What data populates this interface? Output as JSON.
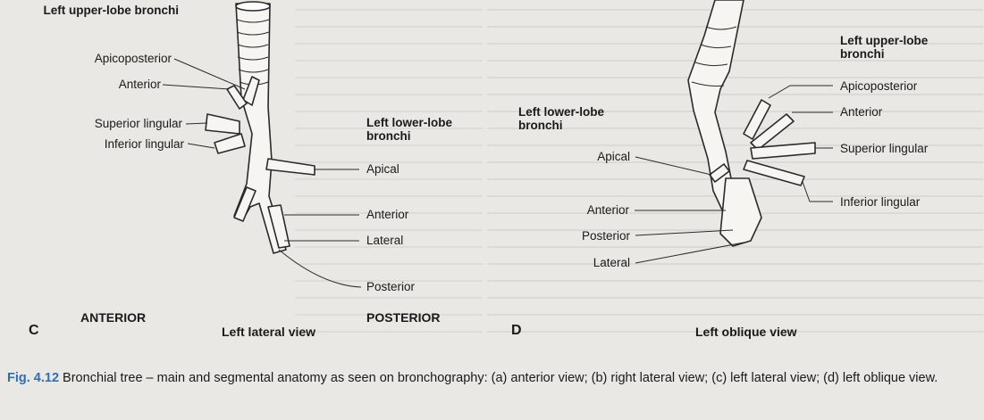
{
  "panel_c": {
    "letter": "C",
    "upper_lobe_heading": "Left upper-lobe bronchi",
    "upper_labels": [
      "Apicoposterior",
      "Anterior",
      "Superior lingular",
      "Inferior lingular"
    ],
    "lower_lobe_heading": "Left lower-lobe bronchi",
    "lower_labels": [
      "Apical",
      "Anterior",
      "Lateral",
      "Posterior"
    ],
    "anterior": "ANTERIOR",
    "posterior": "POSTERIOR",
    "view": "Left lateral view"
  },
  "panel_d": {
    "letter": "D",
    "upper_lobe_heading": "Left upper-lobe bronchi",
    "upper_labels": [
      "Apicoposterior",
      "Anterior",
      "Superior lingular",
      "Inferior lingular"
    ],
    "lower_lobe_heading": "Left lower-lobe bronchi",
    "lower_labels": [
      "Apical",
      "Anterior",
      "Posterior",
      "Lateral"
    ],
    "view": "Left oblique view"
  },
  "caption": {
    "figure_number": "Fig. 4.12",
    "text": " Bronchial tree – main and segmental anatomy as seen on bronchography: (a) anterior view; (b) right lateral view; (c) left lateral view; (d) left oblique view."
  }
}
